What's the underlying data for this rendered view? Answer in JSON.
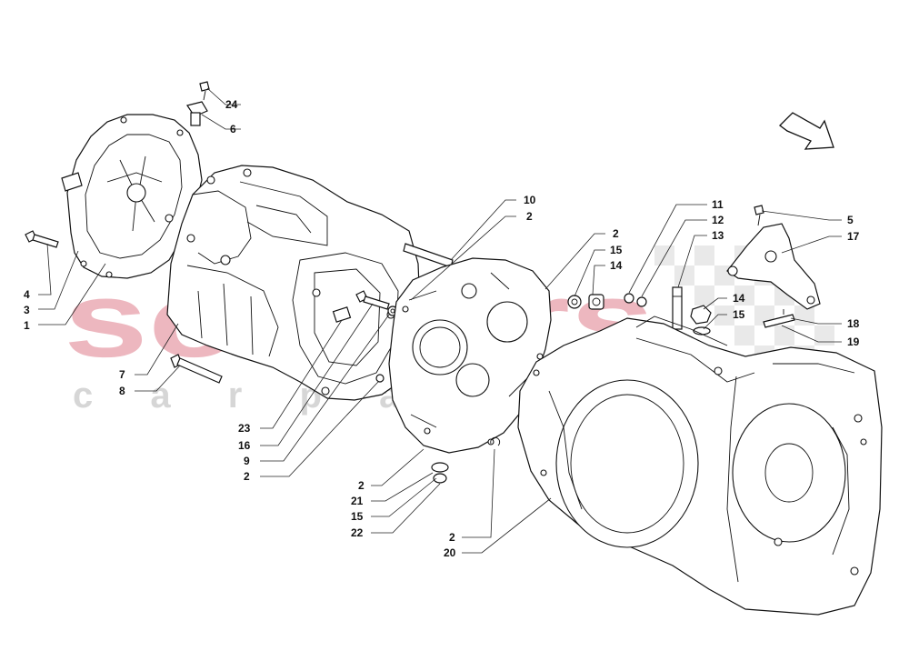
{
  "watermark": {
    "brand": "souders",
    "subline": "c a r p a r t s",
    "brand_color": "#e8a0aa",
    "subline_color": "#d0d0d0",
    "checker_color": "#d8d8d8"
  },
  "direction_arrow": {
    "icon": "direction-arrow-icon",
    "points": "down-right"
  },
  "callouts": {
    "c24": "24",
    "c6": "6",
    "c4": "4",
    "c3": "3",
    "c1": "1",
    "c7": "7",
    "c8": "8",
    "c10": "10",
    "c2a": "2",
    "c2b": "2",
    "c15a": "15",
    "c14a": "14",
    "c11": "11",
    "c12": "12",
    "c13": "13",
    "c14b": "14",
    "c15b": "15",
    "c5": "5",
    "c17": "17",
    "c18": "18",
    "c19": "19",
    "c23": "23",
    "c16": "16",
    "c9": "9",
    "c2c": "2",
    "c2d": "2",
    "c21": "21",
    "c15c": "15",
    "c22": "22",
    "c2e": "2",
    "c20": "20"
  }
}
